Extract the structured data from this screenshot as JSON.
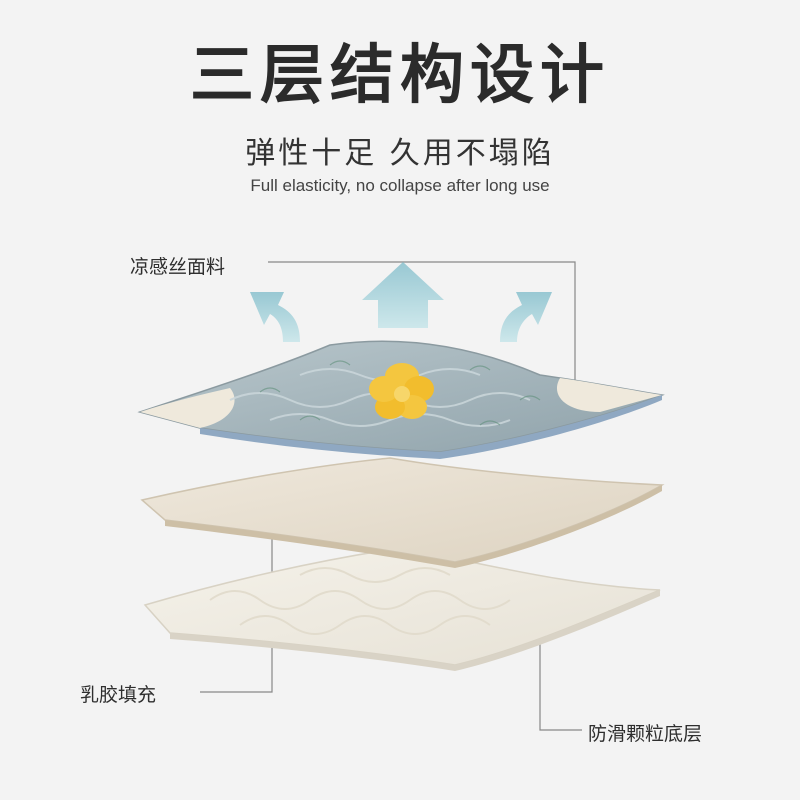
{
  "header": {
    "title": "三层结构设计",
    "subtitle": "弹性十足 久用不塌陷",
    "subtitle_en": "Full elasticity, no collapse after long use"
  },
  "layers": {
    "top_label": "凉感丝面料",
    "middle_label": "乳胶填充",
    "bottom_label": "防滑颗粒底层"
  },
  "icons": {
    "arrows": "airflow-arrow-icon",
    "flower": "flower-icon"
  },
  "colors": {
    "background": "#f3f3f3",
    "title": "#2b2b2b",
    "arrow": "#a9d3dc",
    "top_fabric": "#9fb0b7",
    "latex": "#e8e0d2",
    "base": "#efebe2",
    "flower": "#f2c23a"
  }
}
